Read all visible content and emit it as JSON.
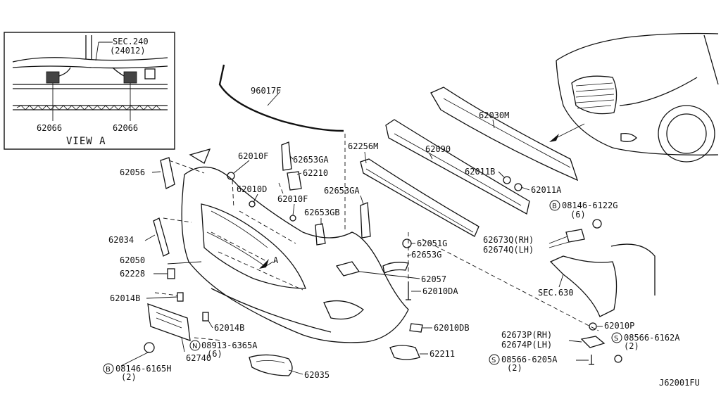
{
  "diagram_id": "J62001FU",
  "inset": {
    "title": "VIEW A",
    "sec_label": "SEC.240",
    "sec_sub": "(24012)",
    "left_part": "62066",
    "right_part": "62066"
  },
  "labels": {
    "p96017F": "96017F",
    "p62030M": "62030M",
    "p62256M": "62256M",
    "p62090": "62090",
    "p62011B": "62011B",
    "p62011A": "62011A",
    "p62010F_a": "62010F",
    "p62653GA_a": "62653GA",
    "p62210": "62210",
    "p62010D": "62010D",
    "p62010F_b": "62010F",
    "p62653GA_b": "62653GA",
    "p62653GB": "62653GB",
    "p62056": "62056",
    "p62034": "62034",
    "p62050": "62050",
    "p62228": "62228",
    "p62014B_a": "62014B",
    "p62014B_b": "62014B",
    "p62740": "62740",
    "p62051G": "62051G",
    "p62653G": "62653G",
    "p62057": "62057",
    "p62010DA": "62010DA",
    "p62010DB": "62010DB",
    "p62211": "62211",
    "p62035": "62035",
    "p08146_6122G": "08146-6122G",
    "p08146_6122G_qty": "(6)",
    "p62673Q": "62673Q(RH)",
    "p62674Q": "62674Q(LH)",
    "sec630": "SEC.630",
    "p62010P": "62010P",
    "p62673P": "62673P(RH)",
    "p62674P": "62674P(LH)",
    "p08566_6162A": "08566-6162A",
    "p08566_6162A_qty": "(2)",
    "p08566_6205A": "08566-6205A",
    "p08566_6205A_qty": "(2)",
    "p08913_6365A": "08913-6365A",
    "p08913_6365A_qty": "(6)",
    "p08146_6165H": "08146-6165H",
    "p08146_6165H_qty": "(2)",
    "view_marker": "A"
  },
  "symbols": {
    "bolt_b": "B",
    "screw_s": "S",
    "nut_n": "N"
  }
}
